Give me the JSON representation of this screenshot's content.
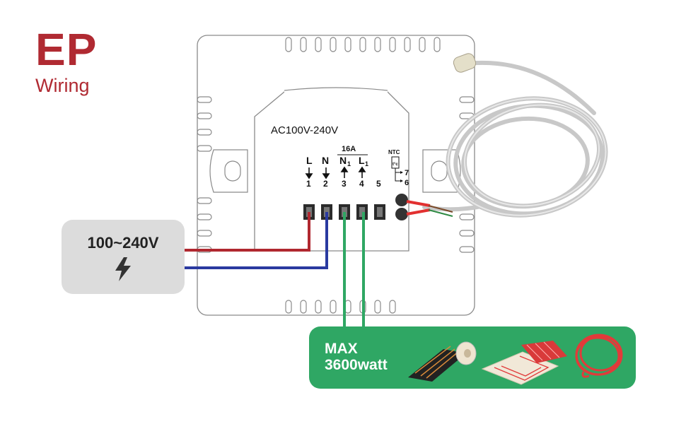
{
  "brand": {
    "title": "EP",
    "subtitle": "Wiring"
  },
  "panel": {
    "voltage_label": "AC100V-240V",
    "rating": "16A",
    "sensor_label": "NTC",
    "sensor_symbol": "t°c",
    "terminals": [
      {
        "label": "L",
        "sub": "",
        "number": "1",
        "arrow": "down"
      },
      {
        "label": "N",
        "sub": "",
        "number": "2",
        "arrow": "down"
      },
      {
        "label": "N",
        "sub": "1",
        "number": "3",
        "arrow": "up"
      },
      {
        "label": "L",
        "sub": "1",
        "number": "4",
        "arrow": "up"
      },
      {
        "label": "",
        "sub": "",
        "number": "5",
        "arrow": ""
      }
    ],
    "sensor_terminals": [
      "7",
      "6"
    ]
  },
  "power": {
    "label": "100~240V",
    "icon": "lightning-bolt-icon"
  },
  "load": {
    "line1": "MAX",
    "line2": "3600watt",
    "images": [
      "heating-film-roll",
      "heating-mat-roll",
      "heating-cable-coil"
    ]
  },
  "colors": {
    "brand": "#b02a32",
    "live_wire": "#b0282f",
    "neutral_wire": "#2a3aa0",
    "load_wire": "#2fa764",
    "load_box": "#2fa764",
    "power_box": "#dcdcdc"
  }
}
